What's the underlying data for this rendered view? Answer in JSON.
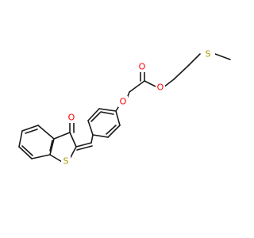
{
  "molecule": {
    "atoms": {
      "sulfur_thioether": {
        "label": "S",
        "color": "#a89b00"
      },
      "ester_oxygen": {
        "label": "O",
        "color": "#ff0000"
      },
      "carbonyl_oxygen_ester": {
        "label": "O",
        "color": "#ff0000"
      },
      "ether_oxygen": {
        "label": "O",
        "color": "#ff0000"
      },
      "ketone_oxygen": {
        "label": "O",
        "color": "#ff0000"
      },
      "sulfur_ring": {
        "label": "S",
        "color": "#a89b00"
      }
    }
  }
}
